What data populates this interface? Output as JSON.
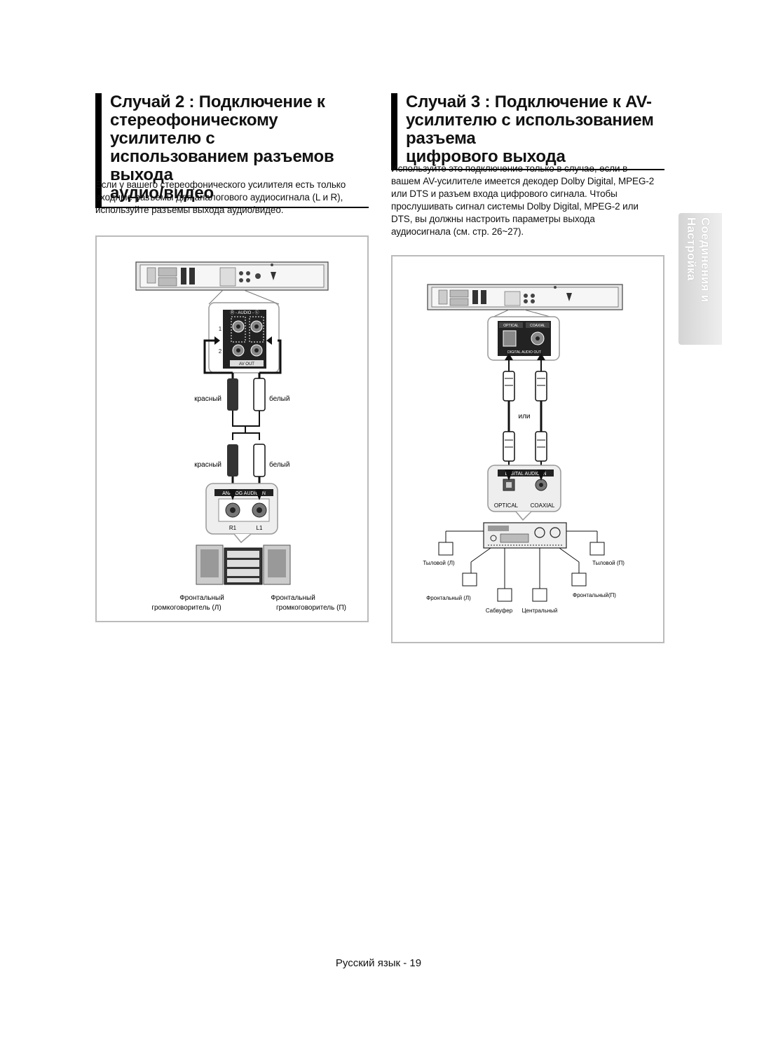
{
  "left": {
    "title_lines": [
      "Случай 2 : Подключение к",
      "стереофоническому усилителю с",
      "использованием разъемов выхода",
      "аудио/видео"
    ],
    "intro_lines": [
      "Если у вашего стереофонического усилителя есть только",
      "входные разъемы для аналогового аудиосигнала (L и R),",
      "используйте разъемы выхода аудио/видео."
    ],
    "diagram": {
      "audio_label": "Ⓡ - AUDIO - Ⓛ",
      "row1": "1",
      "row2": "2",
      "av_out": "AV OUT",
      "red_top": "красный",
      "white_top": "белый",
      "red_bottom": "красный",
      "white_bottom": "белый",
      "analog_in": "ANALOG AUDIO IN",
      "r1": "R1",
      "l1": "L1",
      "front_left_line1": "Фронтальный",
      "front_left_line2": "громкоговоритель (Л)",
      "front_right_line1": "Фронтальный",
      "front_right_line2": "громкоговоритель (П)"
    }
  },
  "right": {
    "title_lines": [
      "Случай 3 : Подключение к AV-",
      "усилителю с использованием разъема",
      "цифрового выхода"
    ],
    "intro_lines": [
      "Используйте это подключение только в случае, если в",
      "вашем AV-усилителе имеется декодер Dolby Digital, MPEG-2",
      "или DTS и разъем входа цифрового сигнала. Чтобы",
      "прослушивать сигнал системы Dolby Digital, MPEG-2 или",
      "DTS, вы должны настроить параметры выхода",
      "аудиосигнала (см. стр. 26~27)."
    ],
    "diagram": {
      "optical_top": "OPTICAL",
      "coaxial_top": "COAXIAL",
      "digital_out": "DIGITAL AUDIO OUT",
      "or": "или",
      "digital_in": "DIGITAL AUDIO IN",
      "optical": "OPTICAL",
      "coaxial": "COAXIAL",
      "rear_left": "Тыловой (Л)",
      "rear_right": "Тыловой (П)",
      "front_left": "Фронтальный (Л)",
      "front_right": "Фронтальный(П)",
      "subwoofer": "Сабвуфер",
      "center": "Центральный"
    }
  },
  "side_tab": "Соединения и Настройка",
  "footer": "Русский язык - 19"
}
